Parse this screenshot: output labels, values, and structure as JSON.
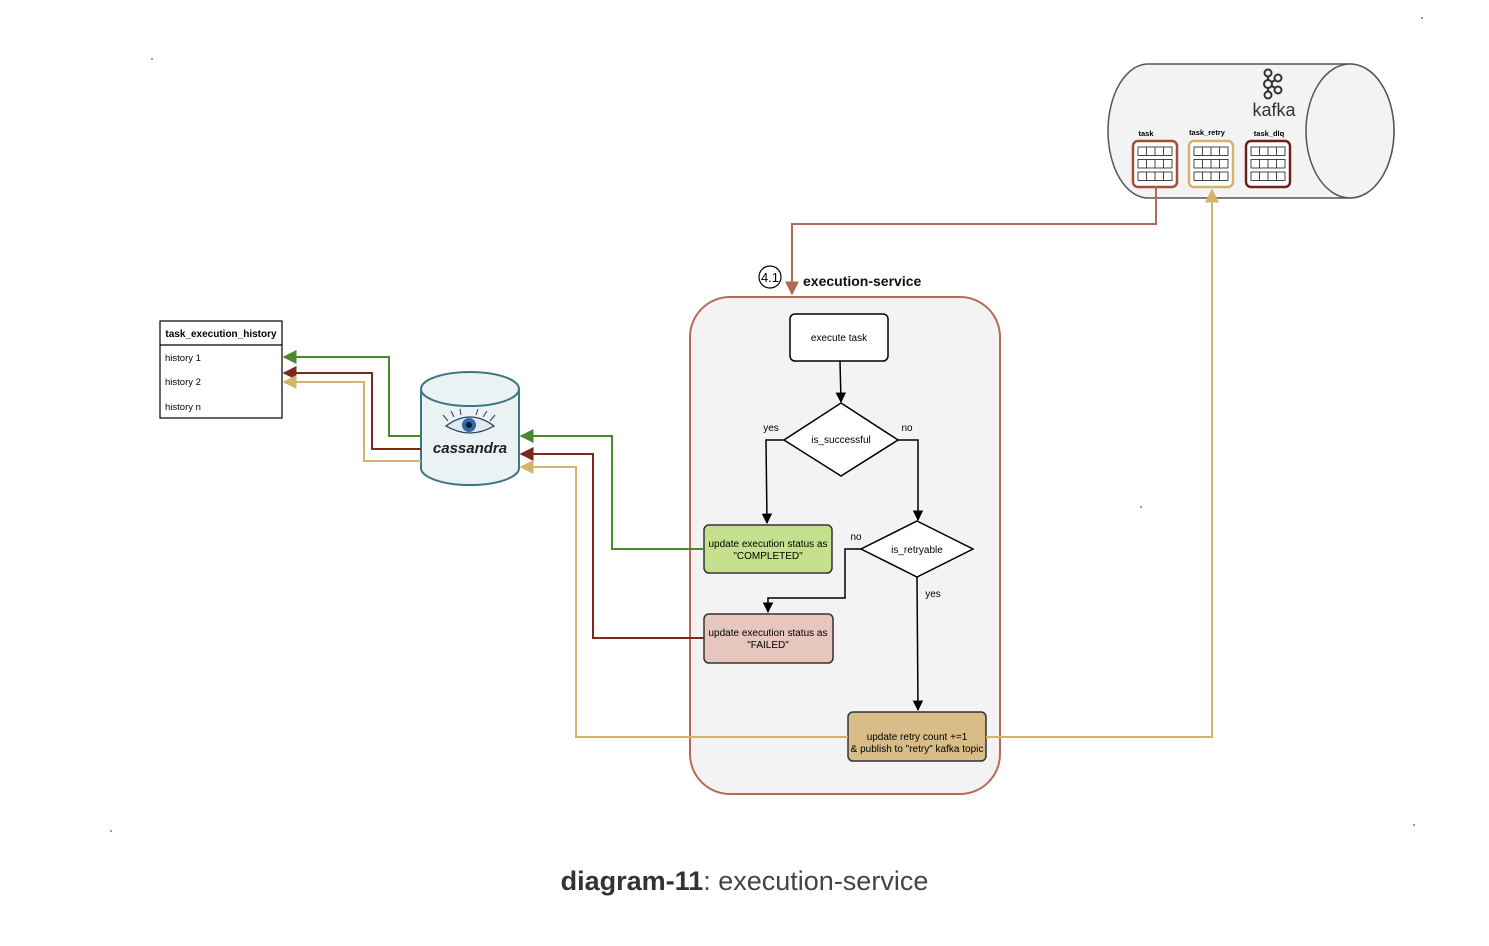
{
  "kafka": {
    "logo_text": "kafka",
    "topics": [
      "task",
      "task_retry",
      "task_dlq"
    ],
    "colors": {
      "task": "#a0503a",
      "task_retry": "#d4b36a",
      "task_dlq": "#6e2318"
    }
  },
  "step_label": "4.1",
  "service_title": "execution-service",
  "nodes": {
    "execute_task": "execute task",
    "is_successful": "is_successful",
    "is_retryable": "is_retryable",
    "completed_line1": "update execution status as",
    "completed_line2": "\"COMPLETED\"",
    "failed_line1": "update execution status as",
    "failed_line2": "\"FAILED\"",
    "retry_line1": "update  retry count  +=1",
    "retry_line2": "& publish to \"retry\" kafka topic"
  },
  "edge_labels": {
    "success_yes": "yes",
    "success_no": "no",
    "retry_no": "no",
    "retry_yes": "yes"
  },
  "cassandra": {
    "label": "cassandra"
  },
  "history_table": {
    "title": "task_execution_history",
    "rows": [
      "history 1",
      "history 2",
      "history n"
    ]
  },
  "colors": {
    "completed": "#4a8a2a",
    "failed": "#7a2a1c",
    "retry": "#d4b36a",
    "task": "#b06a55",
    "completed_fill": "#c5e08c",
    "failed_fill": "#e7c6bd",
    "retry_fill": "#d9bd88",
    "service_border": "#b86a55",
    "service_fill": "#f3f3f3"
  },
  "caption": {
    "bold": "diagram-11",
    "rest": ": execution-service"
  }
}
